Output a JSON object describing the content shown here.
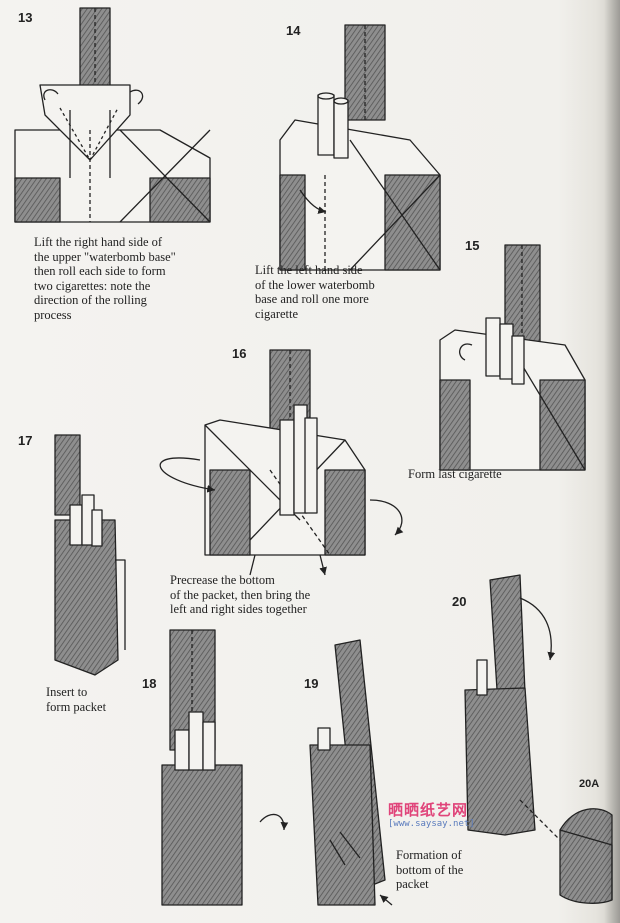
{
  "steps": [
    {
      "number": "13",
      "caption": "Lift the right hand side of\nthe upper \"waterbomb base\"\nthen roll each side to form\ntwo cigarettes: note the\ndirection of the rolling\nprocess"
    },
    {
      "number": "14",
      "caption": "Lift the left hand side\nof the lower waterbomb\nbase and roll one more\ncigarette"
    },
    {
      "number": "15",
      "caption": "Form last cigarette"
    },
    {
      "number": "16",
      "caption": "Precrease the bottom\nof the packet, then bring the\nleft and right sides together"
    },
    {
      "number": "17",
      "caption": "Insert to\nform packet"
    },
    {
      "number": "18",
      "caption": ""
    },
    {
      "number": "19",
      "caption": "Formation of\nbottom of the\npacket"
    },
    {
      "number": "20",
      "caption": ""
    },
    {
      "number": "20A",
      "caption": ""
    }
  ],
  "watermark": {
    "title": "晒晒纸艺网",
    "url": "[www.saysay.net]"
  }
}
